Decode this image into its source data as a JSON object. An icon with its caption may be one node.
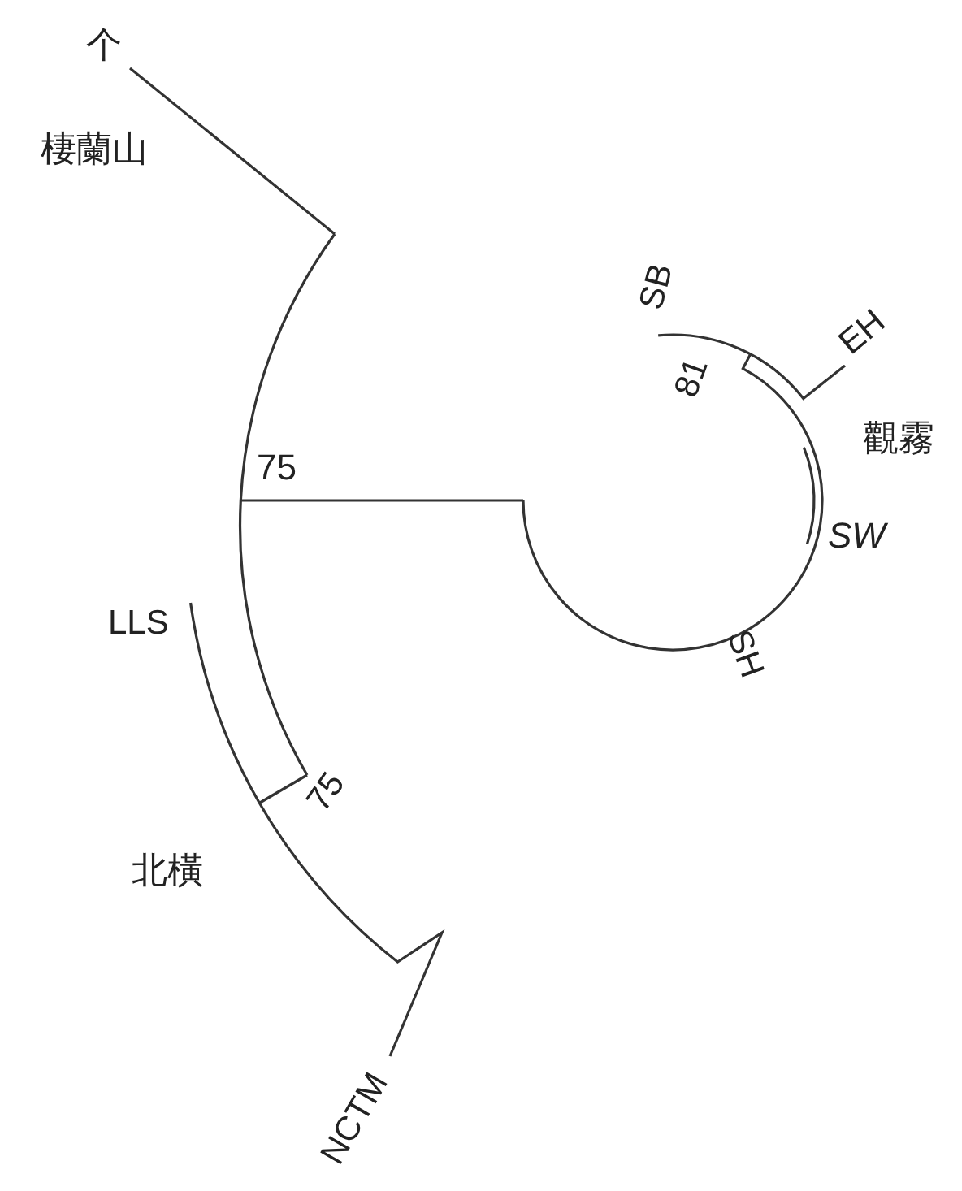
{
  "diagram": {
    "labels": [
      "个",
      "棲蘭山",
      "SB",
      "81",
      "EH",
      "觀霧",
      "75",
      "SW",
      "SH",
      "LLS",
      "75",
      "北橫",
      "NCTM"
    ]
  }
}
